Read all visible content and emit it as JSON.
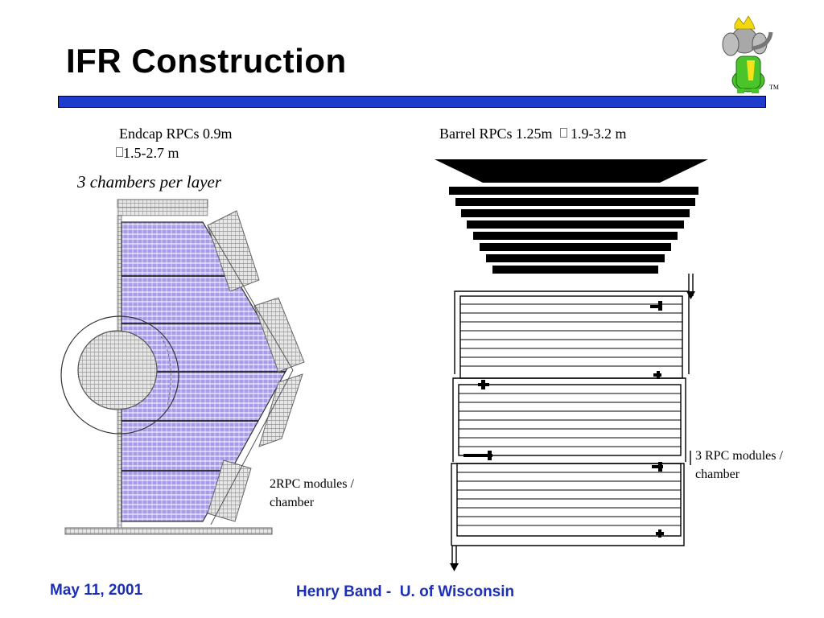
{
  "slide": {
    "title": "IFR Construction",
    "accent_color": "#1d3ccc",
    "logo_icon": "elephant-mascot-icon",
    "trademark": "TM"
  },
  "endcap": {
    "line1": "Endcap RPCs 0.9m",
    "line2": "1.5-2.7 m",
    "caption": "3 chambers per layer",
    "modules_label_1": "2RPC modules /",
    "modules_label_2": "chamber",
    "fill_color": "#a99be8"
  },
  "barrel": {
    "label_left": "Barrel RPCs 1.25m",
    "label_right": "1.9-3.2 m",
    "modules_label_1": "3 RPC modules /",
    "modules_label_2": "chamber"
  },
  "footer": {
    "date": "May 11, 2001",
    "author": "Henry Band -  U. of Wisconsin",
    "text_color": "#1c2fb8"
  }
}
